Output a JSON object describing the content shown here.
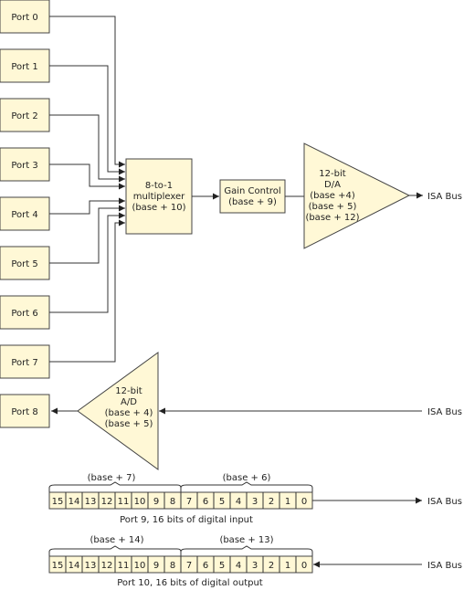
{
  "colors": {
    "fill": "#fff8d6",
    "stroke": "#444444",
    "line": "#333333"
  },
  "ports": [
    "Port 0",
    "Port 1",
    "Port 2",
    "Port 3",
    "Port 4",
    "Port 5",
    "Port 6",
    "Port 7"
  ],
  "port8": "Port 8",
  "mux": {
    "line1": "8-to-1",
    "line2": "multiplexer",
    "line3": "(base + 10)"
  },
  "gain": {
    "line1": "Gain Control",
    "line2": "(base + 9)"
  },
  "da": {
    "line1": "12-bit",
    "line2": "D/A",
    "line3": "(base +4)",
    "line4": "(base + 5)",
    "line5": "(base + 12)"
  },
  "ad": {
    "line1": "12-bit",
    "line2": "A/D",
    "line3": "(base + 4)",
    "line4": "(base + 5)"
  },
  "isa_bus": "ISA Bus",
  "reg9": {
    "high_label": "(base + 7)",
    "low_label": "(base + 6)",
    "bits": [
      "15",
      "14",
      "13",
      "12",
      "11",
      "10",
      "9",
      "8",
      "7",
      "6",
      "5",
      "4",
      "3",
      "2",
      "1",
      "0"
    ],
    "caption": "Port 9, 16 bits of digital input"
  },
  "reg10": {
    "high_label": "(base + 14)",
    "low_label": "(base + 13)",
    "bits": [
      "15",
      "14",
      "13",
      "12",
      "11",
      "10",
      "9",
      "8",
      "7",
      "6",
      "5",
      "4",
      "3",
      "2",
      "1",
      "0"
    ],
    "caption": "Port 10, 16 bits of digital output"
  }
}
